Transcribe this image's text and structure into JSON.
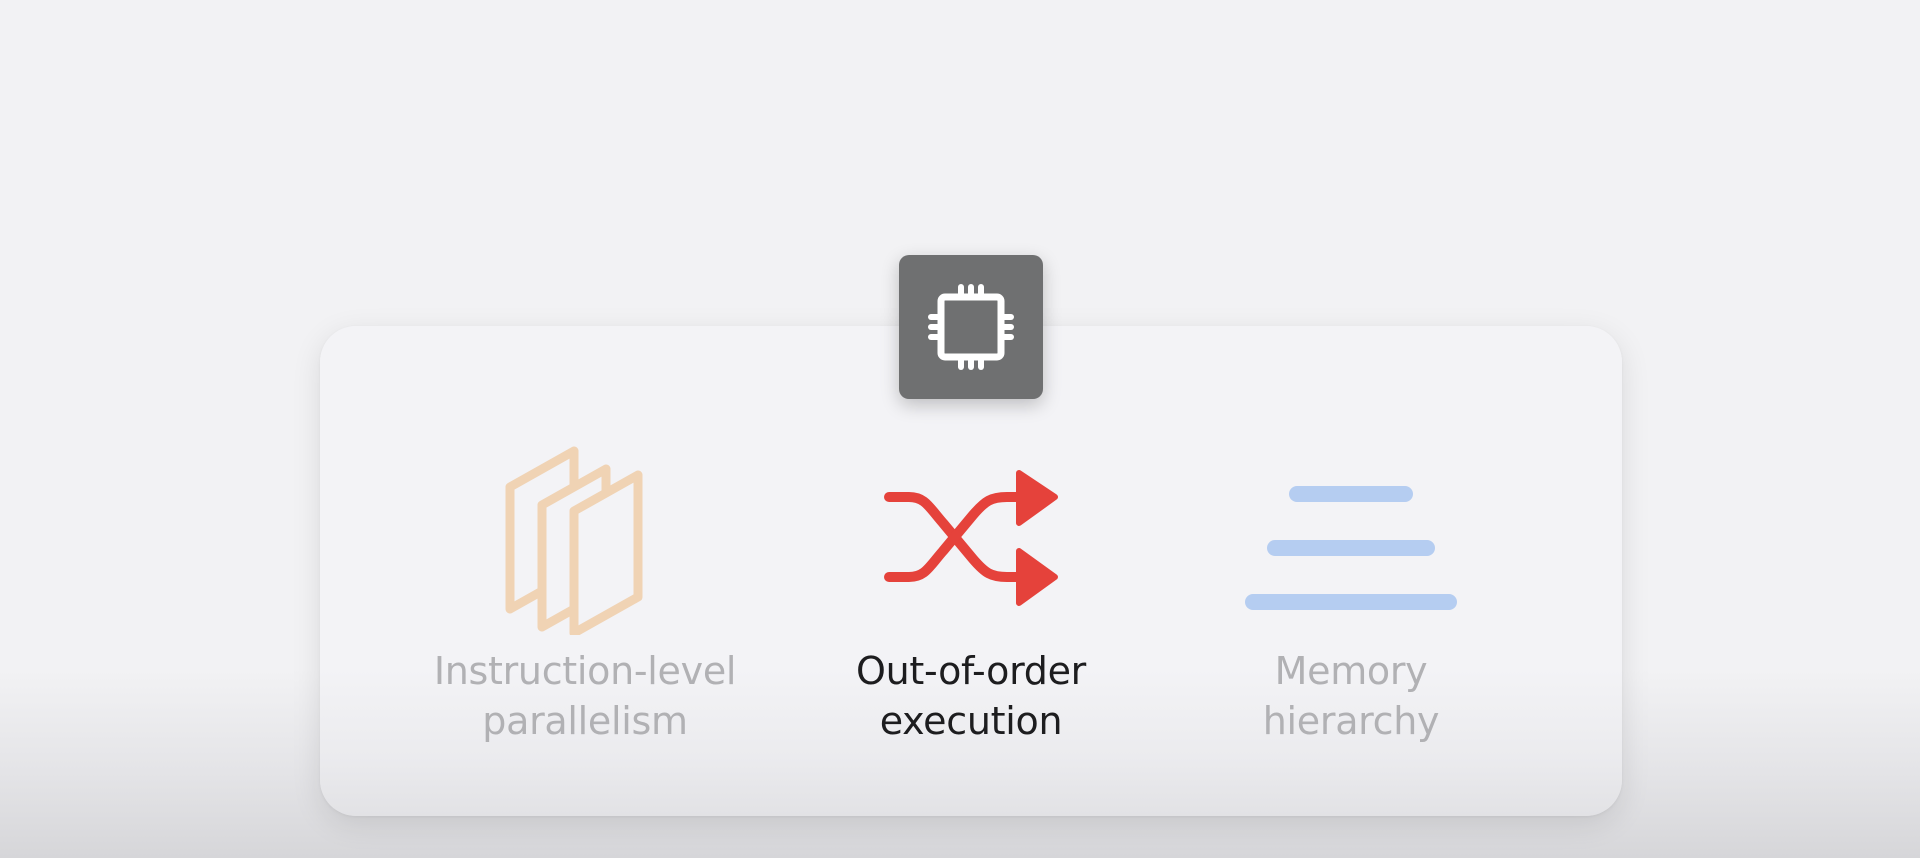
{
  "diagram": {
    "badge_icon": "cpu-chip-icon",
    "items": [
      {
        "label": "Instruction-level\nparallelism",
        "icon": "stacked-pages-icon",
        "state": "dimmed",
        "color": "#f0d3b4"
      },
      {
        "label": "Out-of-order\nexecution",
        "icon": "shuffle-arrows-icon",
        "state": "active",
        "color": "#e5423b"
      },
      {
        "label": "Memory\nhierarchy",
        "icon": "stacked-lines-icon",
        "state": "dimmed",
        "color": "#b5cdf1"
      }
    ]
  },
  "colors": {
    "background": "#f2f2f4",
    "card": "#f3f3f6",
    "badge": "#6f7071",
    "dim_text": "#b1b1b4",
    "active_text": "#1d1d1f"
  }
}
